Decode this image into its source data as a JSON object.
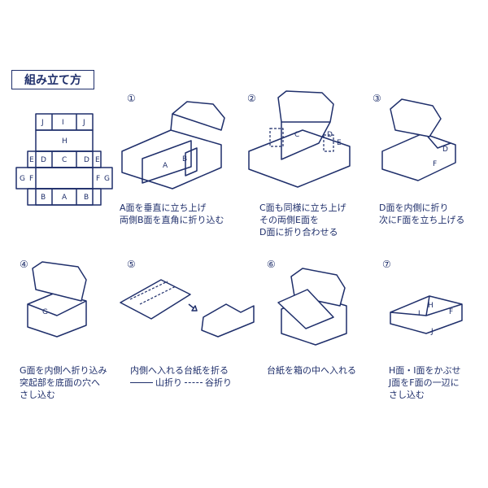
{
  "header": {
    "title": "組み立て方"
  },
  "colors": {
    "ink": "#1f2f6b",
    "background": "#ffffff"
  },
  "net": {
    "labels": [
      "J",
      "I",
      "J",
      "H",
      "E",
      "D",
      "C",
      "D",
      "E",
      "G",
      "F",
      "F",
      "G",
      "B",
      "A",
      "B"
    ]
  },
  "steps": [
    {
      "number": "①",
      "line1": "A面を垂直に立ち上げ",
      "line2": "両側B面を直角に折り込む",
      "line3": "",
      "labels": [
        "A",
        "B"
      ]
    },
    {
      "number": "②",
      "line1": "C面も同様に立ち上げ",
      "line2": "その両側E面を",
      "line3": "D面に折り合わせる",
      "labels": [
        "C",
        "D",
        "E"
      ]
    },
    {
      "number": "③",
      "line1": "D面を内側に折り",
      "line2": "次にF面を立ち上げる",
      "line3": "",
      "labels": [
        "D",
        "F"
      ]
    },
    {
      "number": "④",
      "line1": "G面を内側へ折り込み",
      "line2": "突起部を底面の穴へ",
      "line3": "さし込む",
      "labels": [
        "G"
      ]
    },
    {
      "number": "⑤",
      "line1": "内側へ入れる台紙を折る",
      "legend_mountain": "山折り",
      "legend_valley": "谷折り",
      "labels": []
    },
    {
      "number": "⑥",
      "line1": "台紙を箱の中へ入れる",
      "line2": "",
      "line3": "",
      "labels": []
    },
    {
      "number": "⑦",
      "line1": "H面・I面をかぶせ",
      "line2": "J面をF面の一辺に",
      "line3": "さし込む",
      "labels": [
        "H",
        "I",
        "F",
        "J"
      ]
    }
  ]
}
